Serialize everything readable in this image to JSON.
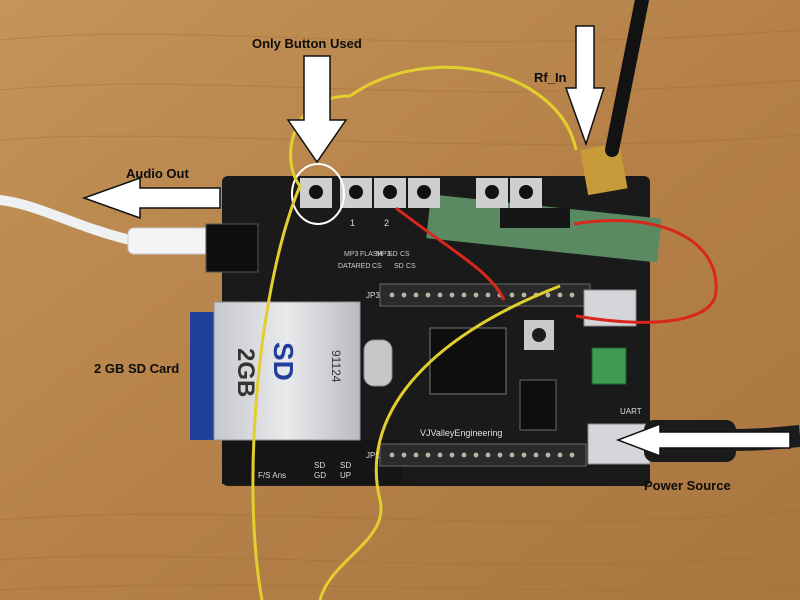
{
  "photo": {
    "colors": {
      "wood": "#b9874d",
      "board": "#1a1a1a",
      "pcb_green": "#5a8a62",
      "wire_yellow": "#e2cf2d",
      "wire_red": "#d8271d",
      "cable_white": "#eef0f2",
      "sd_blue": "#1f3f9a"
    },
    "labels": {
      "only_button": "Only Button Used",
      "rf_in": "Rf_In",
      "audio_out": "Audio Out",
      "sd_card": "2 GB SD Card",
      "power_source": "Power Source"
    },
    "sd_card": {
      "logo": "SD",
      "capacity": "2GB",
      "serial": "91124"
    },
    "board_text": {
      "maker": "VJValleyEngineering",
      "button_numbers": [
        "1",
        "2"
      ],
      "jumper_labels": [
        "MP3",
        "FLASH",
        "DATARED",
        "CS",
        "SD",
        "CS",
        "SD",
        "MP3",
        "CS"
      ],
      "bottom_labels": [
        "F/S Ans",
        "SD",
        "GD",
        "SD",
        "UP"
      ],
      "header_labels": [
        "JP3",
        "JP1",
        "UART"
      ]
    }
  }
}
